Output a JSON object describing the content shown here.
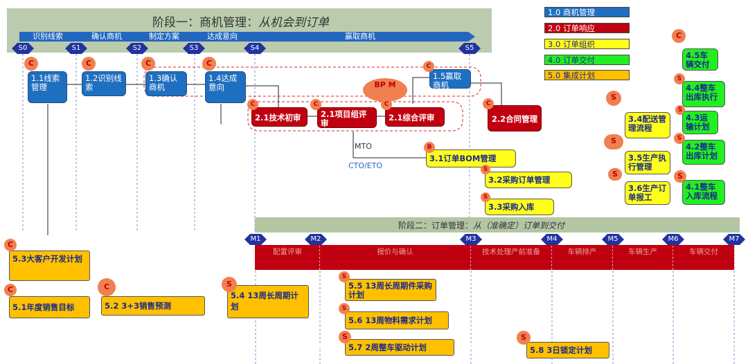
{
  "stage1": {
    "title_prefix": "阶段一：商机管理：",
    "title_italic": "从机会到订单",
    "segments": [
      "识别线索",
      "确认商机",
      "制定方案",
      "达成意向",
      "赢取商机"
    ],
    "milestones": [
      "S0",
      "S1",
      "S2",
      "S3",
      "S4",
      "S5"
    ]
  },
  "legend": [
    {
      "label": "1.0 商机管理",
      "color": "#1f6fc0"
    },
    {
      "label": "2.0 订单响应",
      "color": "#c00010"
    },
    {
      "label": "3.0 订单组织",
      "color": "#ffff1a"
    },
    {
      "label": "4.0 订单交付",
      "color": "#22ee22"
    },
    {
      "label": "5.0 集成计划",
      "color": "#ffc000"
    }
  ],
  "boxes": {
    "b11": "1.1线索管理",
    "b12": "1.2识别线索",
    "b13": "1.3确认商机",
    "b14": "1.4达成意向",
    "b15": "1.5赢取商机",
    "b21": "2.1技术初审",
    "b21b": "2.1项目组评审",
    "b21c": "2.1综合评审",
    "b22": "2.2合同管理",
    "b31": "3.1订单BOM管理",
    "b32": "3.2采购订单管理",
    "b33": "3.3采购入库",
    "b34": "3.4配送管理流程",
    "b35": "3.5生产执行管理",
    "b36": "3.6生产订单报工",
    "b41": "4.1整车入库流程",
    "b42": "4.2整车出库计划",
    "b43": "4.3运输计划",
    "b44": "4.4整车出库执行",
    "b45": "4.5车辆交付",
    "b53": "5.3大客户开发计划",
    "b51": "5.1年度销售目标",
    "b52": "5.2 3+3销售预测",
    "b54": "5.4 13周长周期计划",
    "b55": "5.5 13周长周期件采购计划",
    "b56": "5.6 13周物料需求计划",
    "b57": "5.7 2周整车驱动计划",
    "b58": "5.8 3日锁定计划"
  },
  "bpm_label": "BP M",
  "mto_label": "MTO",
  "cto_label": "CTO/ETO",
  "stage2": {
    "title_prefix": "阶段二：订单管理：",
    "title_italic": "从（准确定）订单到交付",
    "milestones": [
      "M1",
      "M2",
      "M3",
      "M4",
      "M5",
      "M6",
      "M7"
    ],
    "cells": [
      "配置评审",
      "报价与确认",
      "技术处理产前准备",
      "车辆排产",
      "车辆生产",
      "车辆交付"
    ]
  },
  "badges": {
    "c": "C",
    "s": "S",
    "b": "B"
  }
}
